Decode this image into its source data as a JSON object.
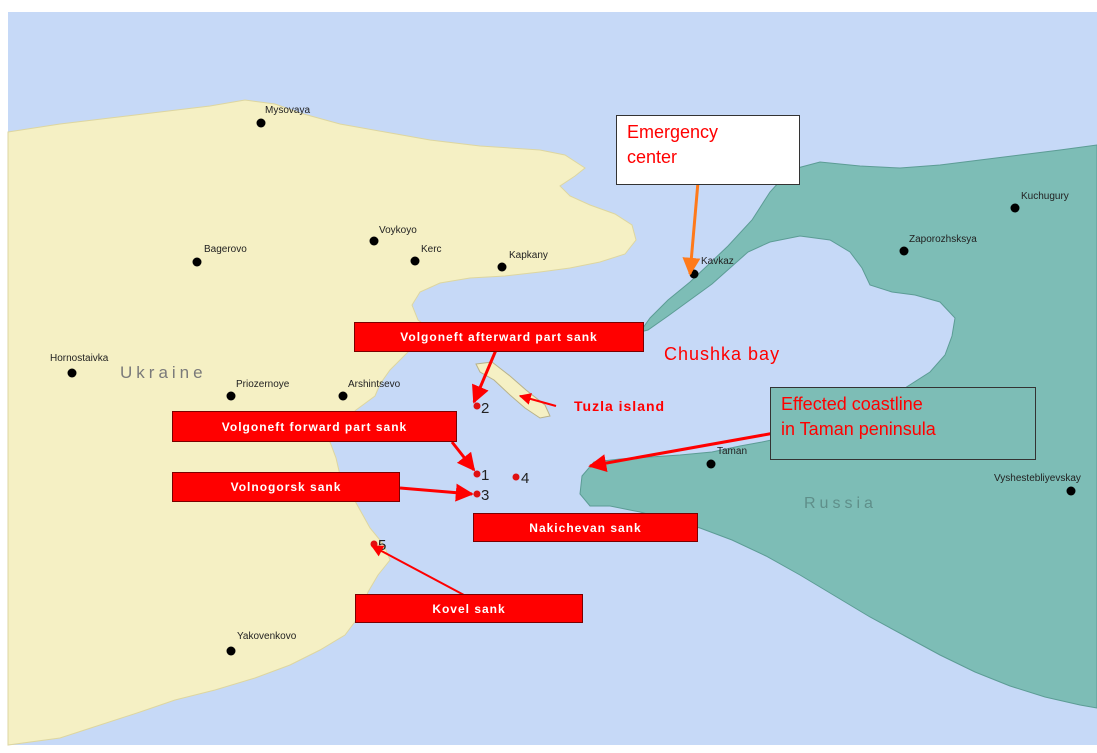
{
  "map": {
    "colors": {
      "water": "#c6d9f7",
      "ukraine_land": "#f5f0c4",
      "russia_land": "#7dbdb6",
      "marker": "#000000",
      "ship_marker": "#e01010",
      "label_red": "#ff0000",
      "arrow_orange": "#ff7a1a"
    },
    "countries": {
      "ukraine": "Ukraine",
      "russia": "Russia"
    },
    "cities": {
      "mysovaya": "Mysovaya",
      "voykovo": "Voykoyo",
      "bagerovo": "Bagerovo",
      "kerc": "Kerc",
      "kapkany": "Kapkany",
      "hornostaivka": "Hornostaivka",
      "priozernoye": "Priozernoye",
      "arshintsevo": "Arshintsevo",
      "yakovenkovo": "Yakovenkovo",
      "kavkaz": "Kavkaz",
      "zaporozhsksya": "Zaporozhsksya",
      "kuchugury": "Kuchugury",
      "taman": "Taman",
      "vyshestebliyevskay": "Vyshestebliyevskay"
    },
    "ship_numbers": {
      "n1": "1",
      "n2": "2",
      "n3": "3",
      "n4": "4",
      "n5": "5"
    },
    "callouts": {
      "emergency_line1": "Emergency",
      "emergency_line2": "center",
      "chushka_bay": "Chushka bay",
      "tuzla_island": "Tuzla island",
      "coast_line1": "Effected coastline",
      "coast_line2": "in Taman peninsula",
      "volgoneft_after": "Volgoneft afterward part sank",
      "volgoneft_forward": "Volgoneft forward part sank",
      "volnogorsk": "Volnogorsk sank",
      "nakichevan": "Nakichevan sank",
      "kovel": "Kovel sank"
    }
  }
}
